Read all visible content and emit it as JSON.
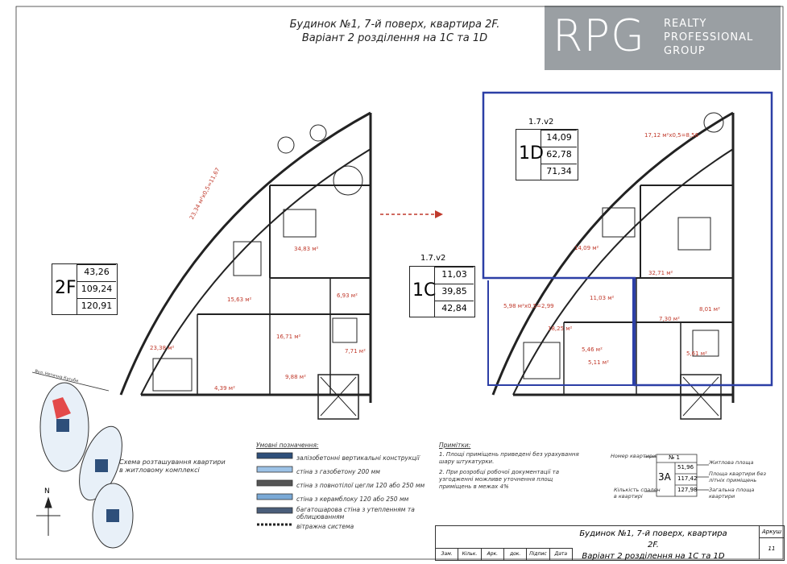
{
  "title": {
    "line1": "Будинок №1, 7-й поверх, квартира 2F.",
    "line2": "Варіант 2 розділення на 1C та 1D"
  },
  "logo": {
    "mark": "RPG",
    "line1": "REALTY",
    "line2": "PROFESSIONAL",
    "line3": "GROUP",
    "bg_color": "#9a9fa3"
  },
  "apt_2f": {
    "code": "2F",
    "values": [
      "43,26",
      "109,24",
      "120,91"
    ]
  },
  "apt_1c": {
    "variant": "1.7.v2",
    "code": "1C",
    "values": [
      "11,03",
      "39,85",
      "42,84"
    ]
  },
  "apt_1d": {
    "variant": "1.7.v2",
    "code": "1D",
    "values": [
      "14,09",
      "62,78",
      "71,34"
    ]
  },
  "rooms_left": [
    "23,34 м²х0,5=11,67",
    "34,83 м²",
    "15,63 м²",
    "6,93 м²",
    "16,71 м²",
    "7,71 м²",
    "23,38 м²",
    "9,88 м²",
    "4,39 м²"
  ],
  "rooms_right": [
    "17,12 м²х0,5=8,56",
    "14,09 м²",
    "32,71 м²",
    "11,03 м²",
    "5,98 м²х0,5=2,99",
    "18,25 м²",
    "7,30 м²",
    "8,01 м²",
    "5,46 м²",
    "5,11 м²",
    "5,61 м²"
  ],
  "street_label": "Вул. Нетична Кусьби",
  "schema_label": {
    "line1": "Схема розташування квартири",
    "line2": "в житловому комплексі"
  },
  "compass": "N",
  "legend": {
    "header": "Умовні позначення:",
    "items": [
      "залізобетонні вертикальні конструкції",
      "стіна з газобетону 200 мм",
      "стіна з повнотілої цегли 120 або 250 мм",
      "стіна з керамблоку 120 або 250 мм",
      "багатошарова стіна з утепленням та облицюванням",
      "вітражна система"
    ]
  },
  "notes": {
    "header": "Примітки:",
    "items": [
      "1. Площі приміщень приведені без урахування шару штукатурки.",
      "2. При розробці робочої документації та узгодженні можливе уточнення площ приміщень в межах 4%"
    ]
  },
  "key": {
    "left_top": "Номер квартири",
    "left_bottom1": "Кількість спален",
    "left_bottom2": "в квартирі",
    "num": "№ 1",
    "code": "3А",
    "values": [
      "51,96",
      "117,42",
      "127,98"
    ],
    "right1": "Житлова площа",
    "right2a": "Площа квартири без",
    "right2b": "літніх приміщень",
    "right3a": "Загальна площа",
    "right3b": "квартири"
  },
  "stamp": {
    "line1": "Будинок №1, 7-й поверх, квартира 2F.",
    "line2": "Варіант 2 розділення на 1C та 1D",
    "cols": [
      "Зам.",
      "Кільк.",
      "Арк.",
      "док.",
      "Підпис",
      "Дата"
    ],
    "sheet_label": "Аркуш",
    "sheet_num": "11"
  }
}
